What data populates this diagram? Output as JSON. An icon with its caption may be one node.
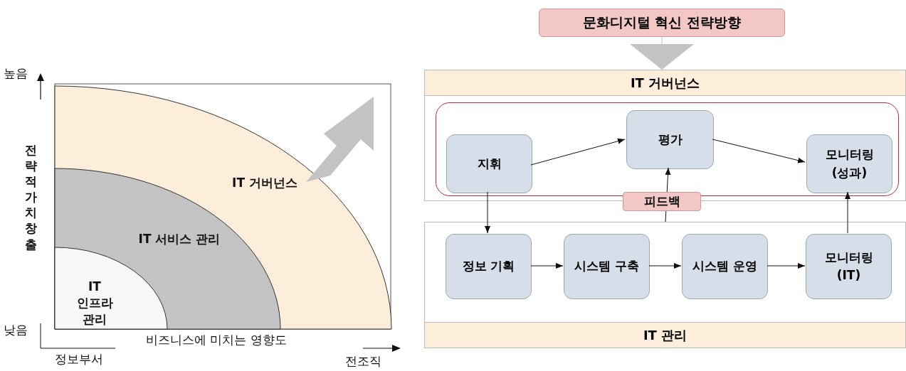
{
  "diagram": {
    "nodes": [
      {
        "text": [
          "IT 거버넌스"
        ]
      },
      {
        "text": [
          "IT 서비스 관리"
        ],
        "in": 0
      },
      {
        "text": [
          "IT 인프라 관리"
        ],
        "in": 1
      },
      {
        "text": [
          "문화디지털 혁신 전략방향"
        ]
      },
      {
        "text": [
          "IT 거버넌스"
        ]
      },
      {
        "text": [],
        "shape": "box",
        "in": 4
      },
      {
        "text": [
          "지휘"
        ],
        "in": 5
      },
      {
        "text": [
          "평가"
        ],
        "in": 5
      },
      {
        "text": [
          "모니터링 (성과)"
        ],
        "in": 5
      },
      {
        "text": [
          "IT 관리"
        ]
      },
      {
        "text": [
          "정보 기획"
        ],
        "in": 9
      },
      {
        "text": [
          "시스템 구축"
        ],
        "in": 9
      },
      {
        "text": [
          "시스템 운영"
        ],
        "in": 9
      },
      {
        "text": [
          "모니터링 (IT)"
        ],
        "in": 9
      }
    ],
    "edges": [
      {
        "from": 3,
        "to": 4,
        "arrow": "to",
        "color": "#c3c3c3"
      },
      {
        "from": 6,
        "to": 7,
        "arrow": "to"
      },
      {
        "from": 7,
        "to": 8,
        "arrow": "to"
      },
      {
        "from": 6,
        "to": 10,
        "arrow": "to"
      },
      {
        "from": 10,
        "to": 11,
        "arrow": "to"
      },
      {
        "from": 11,
        "to": 12,
        "arrow": "to"
      },
      {
        "from": 12,
        "to": 13,
        "arrow": "to"
      },
      {
        "from": 13,
        "to": 8,
        "arrow": "to"
      },
      {
        "from": 9,
        "to": 7,
        "arrow": "to",
        "label": "피드백"
      }
    ],
    "labels": [
      "높음",
      "전략적 가치창출",
      "낮음",
      "비즈니스에 미치는 영향도",
      "정보부서",
      "전조직"
    ]
  }
}
